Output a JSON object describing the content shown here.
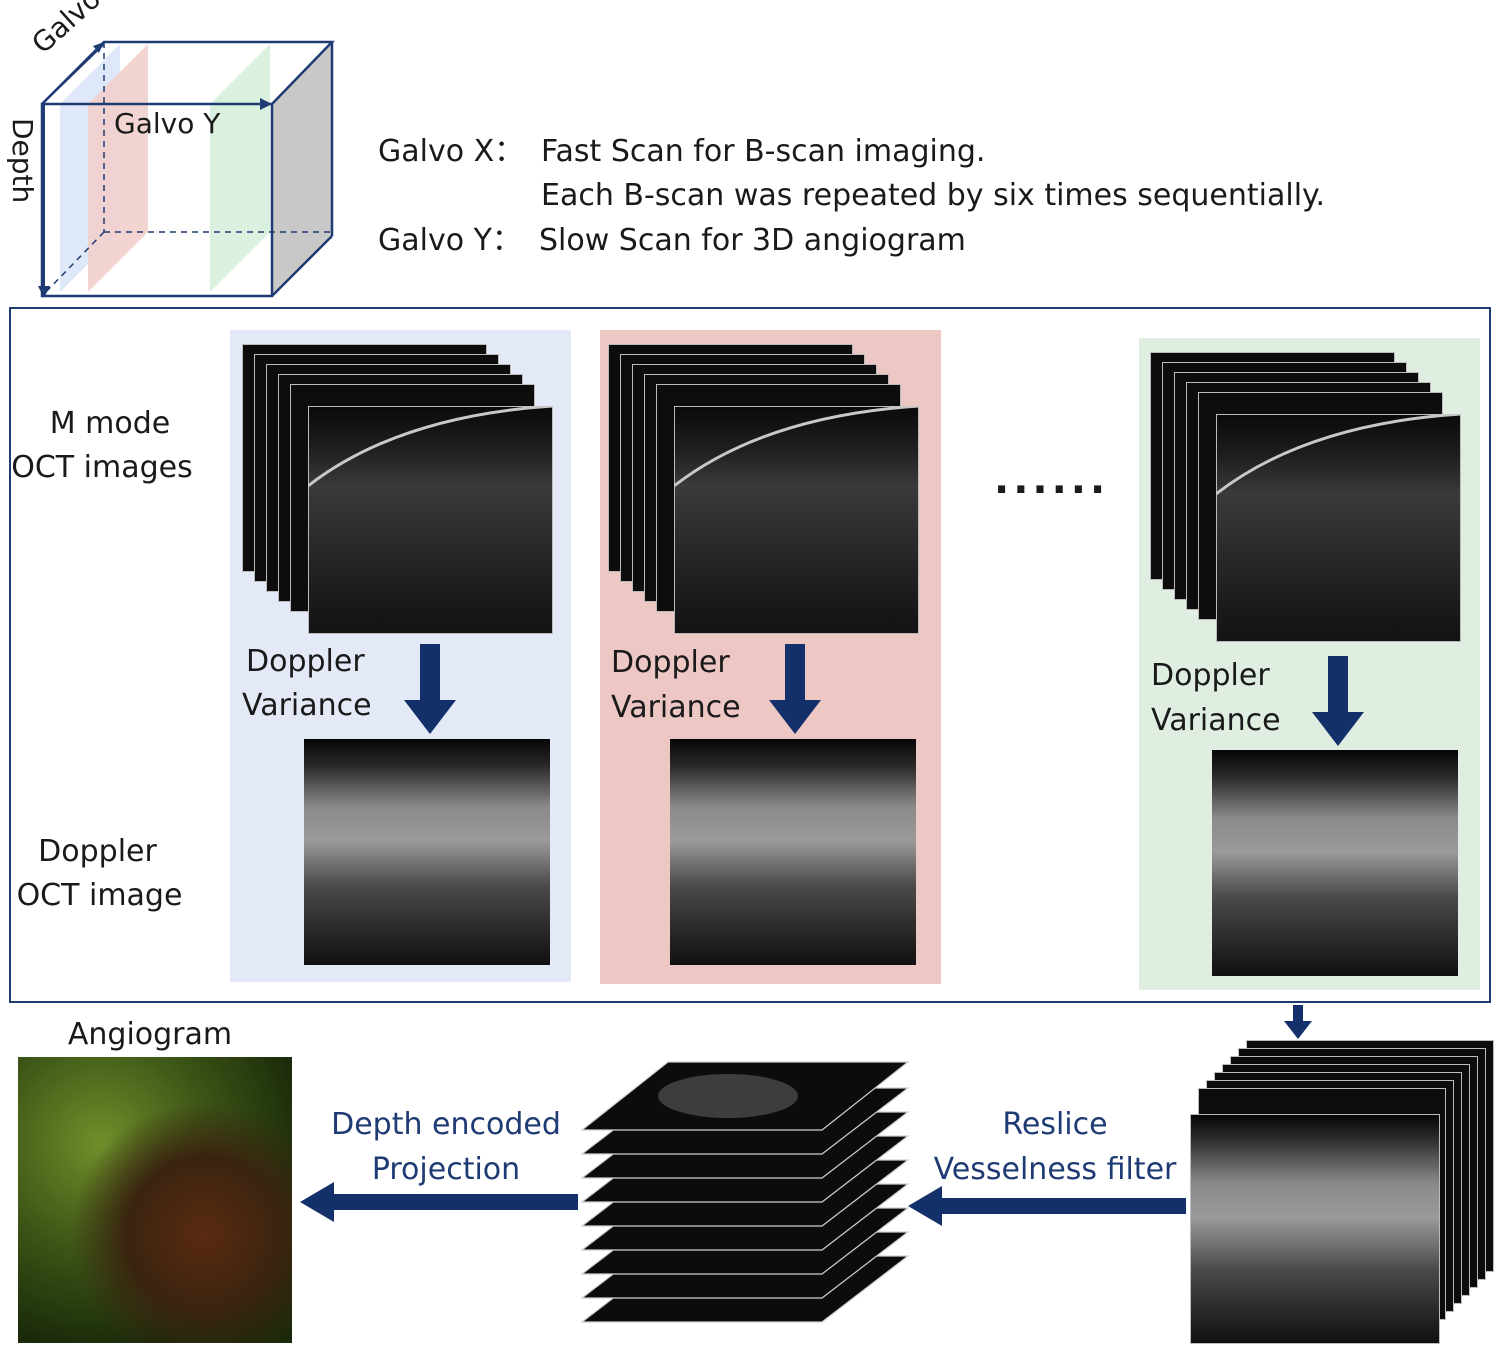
{
  "cube": {
    "axis_x": "Galvo X",
    "axis_y": "Galvo Y",
    "axis_depth": "Depth"
  },
  "legend": {
    "x_key": "Galvo X：",
    "x_line1": "Fast Scan for B-scan imaging.",
    "x_line2": "Each B-scan was repeated by six times sequentially.",
    "y_key": "Galvo Y：",
    "y_line1": "Slow Scan for 3D angiogram"
  },
  "row_labels": {
    "mmode_line1": "M mode",
    "mmode_line2": "OCT images",
    "doppler_line1": "Doppler",
    "doppler_line2": "OCT image"
  },
  "panels": [
    {
      "step_line1": "Doppler",
      "step_line2": "Variance",
      "color": "#e3e9f6"
    },
    {
      "step_line1": "Doppler",
      "step_line2": "Variance",
      "color": "#ecc7c4"
    },
    {
      "step_line1": "Doppler",
      "step_line2": "Variance",
      "color": "#dfeee1"
    }
  ],
  "ellipsis": "......",
  "bottom": {
    "angiogram_title": "Angiogram",
    "projection_line1": "Depth encoded",
    "projection_line2": "Projection",
    "reslice_line1": "Reslice",
    "reslice_line2": "Vesselness filter"
  },
  "colors": {
    "frame": "#1f3b73",
    "arrow": "#14306b",
    "cube_edge": "#1f3b73"
  }
}
